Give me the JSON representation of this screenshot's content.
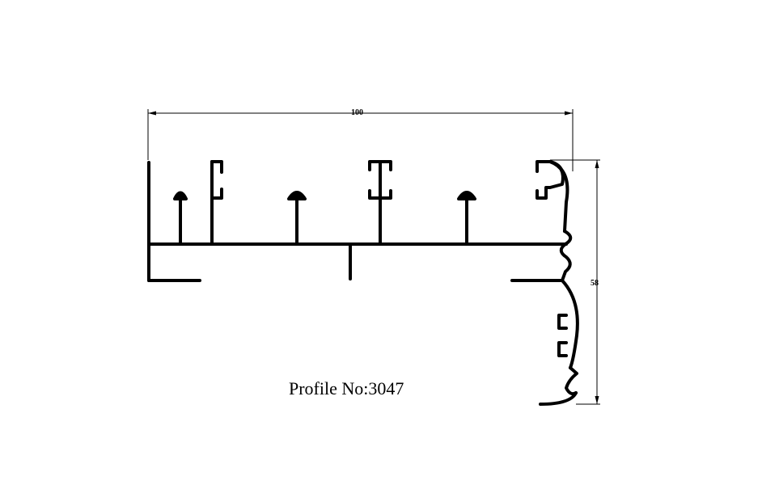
{
  "drawing": {
    "profile_label": "Profile No:3047",
    "width_dimension": "100",
    "height_dimension": "58",
    "line_color": "#000000",
    "background_color": "#ffffff"
  }
}
